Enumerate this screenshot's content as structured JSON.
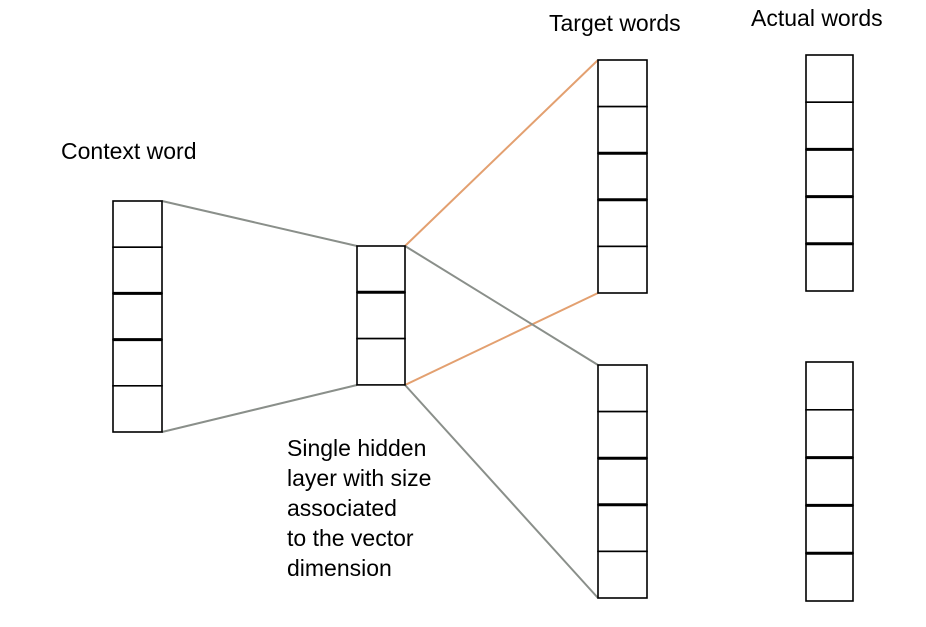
{
  "labels": {
    "context": "Context word",
    "target": "Target words",
    "actual": "Actual words"
  },
  "hidden_note": [
    "Single hidden",
    "layer with size",
    "associated",
    "to the vector",
    "dimension"
  ],
  "vectors": {
    "context_cells": 5,
    "hidden_cells": 3,
    "target_cells": 5,
    "actual_cells": 5
  },
  "colors": {
    "context_link": "#8a8f8a",
    "target_top_link": "#e3a070",
    "target_bottom_link": "#8a8f8a",
    "box_stroke": "#000000"
  }
}
